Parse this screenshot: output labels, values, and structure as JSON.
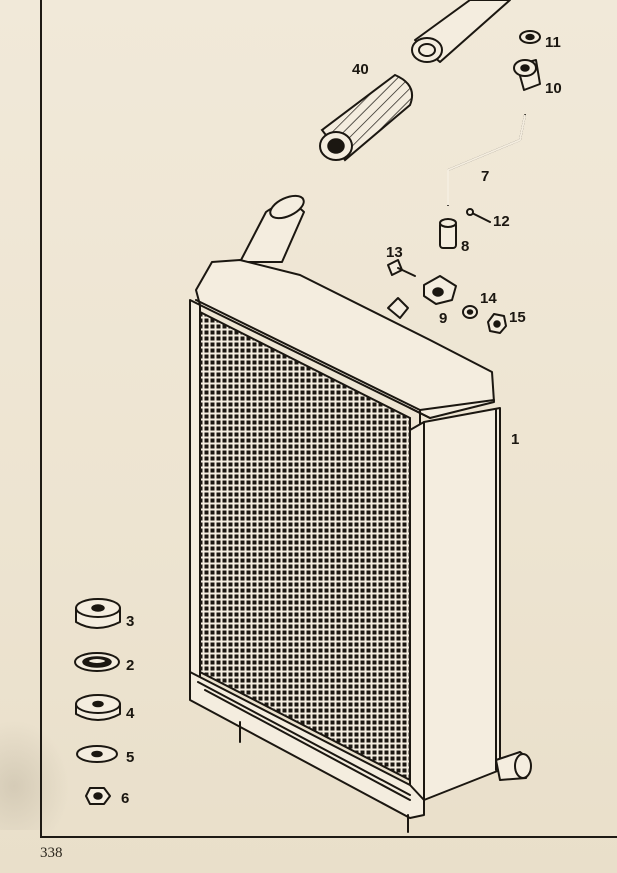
{
  "page_number": "338",
  "callouts": {
    "c1": "1",
    "c2": "2",
    "c3": "3",
    "c4": "4",
    "c5": "5",
    "c6": "6",
    "c7": "7",
    "c8": "8",
    "c9": "9",
    "c10": "10",
    "c11": "11",
    "c12": "12",
    "c13": "13",
    "c14": "14",
    "c15": "15",
    "c40": "40"
  },
  "colors": {
    "paper": "#efe7d6",
    "ink": "#1b1711"
  }
}
